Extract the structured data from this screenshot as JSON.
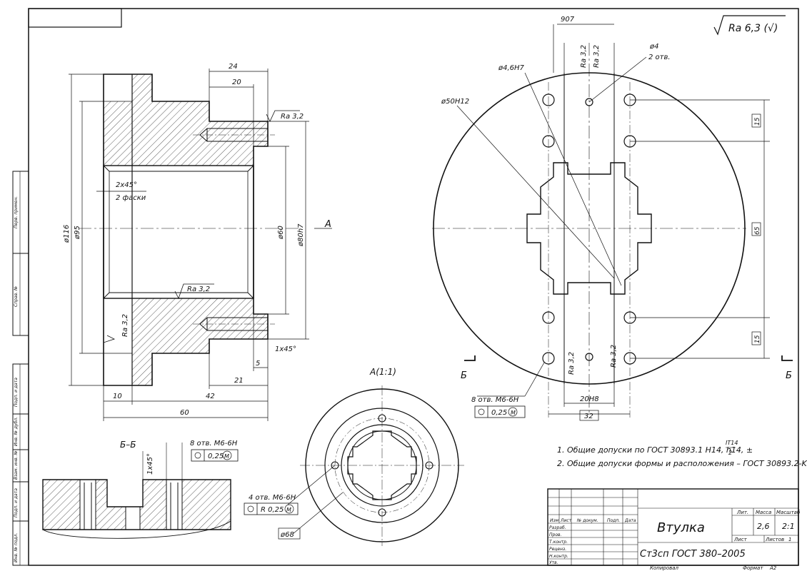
{
  "roughness": "Ra 6,3 (√)",
  "front": {
    "dims": [
      "24",
      "20",
      "Ra 3,2",
      "2x45°",
      "2 фаски",
      "ø116",
      "ø95",
      "ø60",
      "ø80h7",
      "A",
      "Ra 3,2",
      "Ra 3,2",
      "1x45°",
      "5",
      "21",
      "10",
      "42",
      "60"
    ]
  },
  "right": {
    "dims": [
      "907",
      "Ra 3,2",
      "Ra 3,2",
      "ø4",
      "2 отв.",
      "ø4,6H7",
      "ø50H12",
      "15",
      "65",
      "15",
      "Ra 3,2",
      "Ra 3,2",
      "Б",
      "Б",
      "8 отв. M6-6H",
      "0,25",
      "20H8",
      "32"
    ]
  },
  "viewA": {
    "title": "A(1:1)",
    "holes": "4 отв. M6-6H",
    "tol": "R 0,25",
    "dia": "ø68"
  },
  "section": {
    "title": "Б–Б",
    "holes": "8 отв. M6-6H",
    "tol": "0,25",
    "chamfer": "1x45°"
  },
  "notes": [
    "1. Общие допуски по ГОСТ 30893.1 H14, h14, ±",
    "2. Общие допуски формы и расположения – ГОСТ 30893.2-K."
  ],
  "notes_frac": {
    "num": "IT14",
    "den": "2"
  },
  "title_block": {
    "name": "Втулка",
    "material": "Ст3сп ГОСТ 380–2005",
    "col_lit": "Лит.",
    "col_mass": "Масса",
    "col_scale": "Масштаб",
    "mass": "2,6",
    "scale": "2:1",
    "sheet": "Лист",
    "sheets": "Листов",
    "sheets_n": "1",
    "hdr": [
      "Изм",
      "Лист",
      "№ докум.",
      "Подп.",
      "Дата"
    ],
    "roles": [
      "Разраб.",
      "Пров.",
      "Т.контр.",
      "Реценз.",
      "Н.контр.",
      "Утв."
    ],
    "copied": "Копировал",
    "format": "Формат",
    "format_val": "A2"
  },
  "side": [
    "Перв. примен.",
    "Справ. №",
    "Подп. и дата",
    "Инв. № дубл.",
    "Взам. инв. №",
    "Подп. и дата",
    "Инв. № подл."
  ]
}
